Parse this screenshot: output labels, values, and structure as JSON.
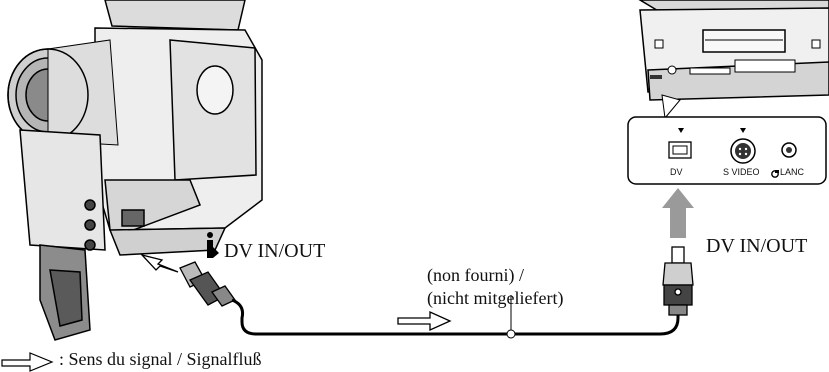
{
  "labels": {
    "camcorder_port": "DV IN/OUT",
    "vcr_port": "DV IN/OUT",
    "cable_note_line1": "(non fourni) /",
    "cable_note_line2": "(nicht mitgeliefert)",
    "legend": ": Sens du signal / Signalfluß",
    "panel_dv": "DV",
    "panel_svideo": "S VIDEO",
    "panel_lanc": "LANC"
  },
  "icons": {
    "dv_port_icon": "i-link-icon",
    "signal_arrow": "hollow-right-arrow",
    "connection_arrow": "grey-up-arrow"
  },
  "colors": {
    "line": "#000000",
    "device_fill": "#e9e9e9",
    "device_dark": "#4a4a4a",
    "arrow_fill": "#9a9a9a"
  }
}
